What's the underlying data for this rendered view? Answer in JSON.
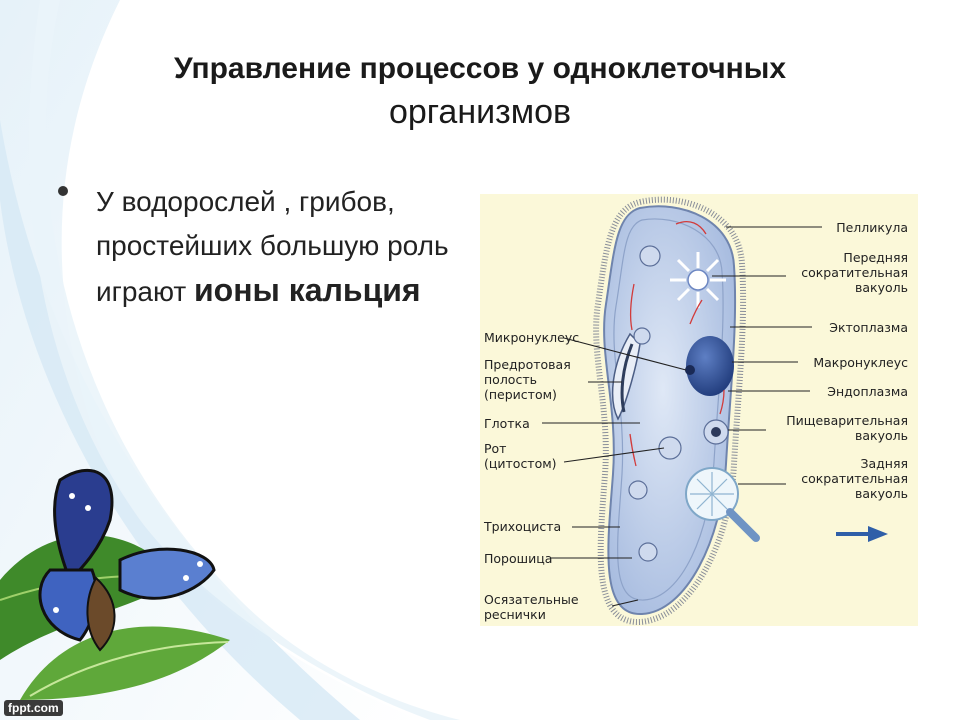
{
  "title": {
    "line1": "Управление процессов у одноклеточных",
    "line2": "организмов"
  },
  "bullet": {
    "text": "У водорослей , грибов, простейших большую роль играют ",
    "emphasis": "ионы кальция"
  },
  "figure": {
    "labels_right": {
      "pellicle": "Пелликула",
      "front_vacuole": "Передняя\nсократительная\nвакуоль",
      "ectoplasm": "Эктоплазма",
      "macronucleus": "Макронуклеус",
      "endoplasm": "Эндоплазма",
      "digestive_vacuole": "Пищеварительная\nвакуоль",
      "rear_vacuole": "Задняя\nсократительная\nвакуоль"
    },
    "labels_left": {
      "micronucleus": "Микронуклеус",
      "peristome": "Предротовая\nполость\n(перистом)",
      "pharynx": "Глотка",
      "mouth": "Рот\n(цитостом)",
      "trichocyst": "Трихоциста",
      "anal_pore": "Порошица",
      "cilia": "Осязательные\nреснички"
    },
    "colors": {
      "background": "#fbf8d9",
      "cell": "#bccde8",
      "nucleus": "#2e4a8a",
      "arrow": "#2f5fa8",
      "flow": "#d23b3b"
    }
  },
  "watermark": "fppt.com"
}
